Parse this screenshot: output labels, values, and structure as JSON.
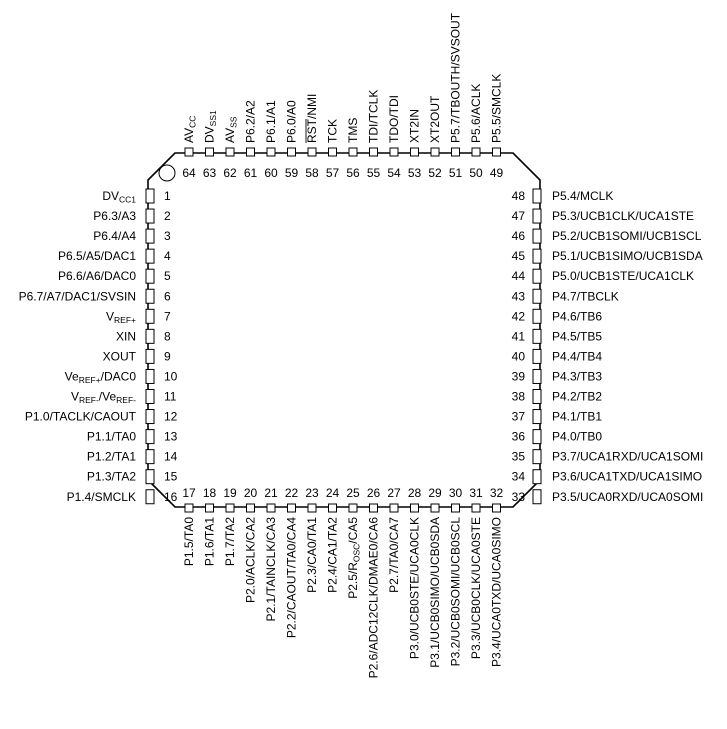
{
  "package": {
    "left_pins": [
      {
        "num": "1",
        "label": "DVCC1",
        "main": "DV",
        "sub": "CC1"
      },
      {
        "num": "2",
        "label": "P6.3/A3"
      },
      {
        "num": "3",
        "label": "P6.4/A4"
      },
      {
        "num": "4",
        "label": "P6.5/A5/DAC1"
      },
      {
        "num": "5",
        "label": "P6.6/A6/DAC0"
      },
      {
        "num": "6",
        "label": "P6.7/A7/DAC1/SVSIN"
      },
      {
        "num": "7",
        "label": "VREF+",
        "main": "V",
        "sub": "REF+"
      },
      {
        "num": "8",
        "label": "XIN"
      },
      {
        "num": "9",
        "label": "XOUT"
      },
      {
        "num": "10",
        "label": "VeREF+/DAC0",
        "main": "Ve",
        "sub": "REF+",
        "tail": "/DAC0"
      },
      {
        "num": "11",
        "label": "VREF-/VeREF-",
        "main": "V",
        "sub": "REF-",
        "mid": "/Ve",
        "sub2": "REF-"
      },
      {
        "num": "12",
        "label": "P1.0/TACLK/CAOUT"
      },
      {
        "num": "13",
        "label": "P1.1/TA0"
      },
      {
        "num": "14",
        "label": "P1.2/TA1"
      },
      {
        "num": "15",
        "label": "P1.3/TA2"
      },
      {
        "num": "16",
        "label": "P1.4/SMCLK"
      }
    ],
    "bottom_pins": [
      {
        "num": "17",
        "label": "P1.5/TA0"
      },
      {
        "num": "18",
        "label": "P1.6/TA1"
      },
      {
        "num": "19",
        "label": "P1.7/TA2"
      },
      {
        "num": "20",
        "label": "P2.0/ACLK/CA2"
      },
      {
        "num": "21",
        "label": "P2.1/TAINCLK/CA3"
      },
      {
        "num": "22",
        "label": "P2.2/CAOUT/TA0/CA4"
      },
      {
        "num": "23",
        "label": "P2.3/CA0/TA1"
      },
      {
        "num": "24",
        "label": "P2.4/CA1/TA2"
      },
      {
        "num": "25",
        "label": "P2.5/ROSC/CA5",
        "main": "P2.5/R",
        "sub": "OSC",
        "tail": "/CA5"
      },
      {
        "num": "26",
        "label": "P2.6/ADC12CLK/DMAE0/CA6"
      },
      {
        "num": "27",
        "label": "P2.7/TA0/CA7"
      },
      {
        "num": "28",
        "label": "P3.0/UCB0STE/UCA0CLK"
      },
      {
        "num": "29",
        "label": "P3.1/UCB0SIMO/UCB0SDA"
      },
      {
        "num": "30",
        "label": "P3.2/UCB0SOMI/UCB0SCL"
      },
      {
        "num": "31",
        "label": "P3.3/UCB0CLK/UCA0STE"
      },
      {
        "num": "32",
        "label": "P3.4/UCA0TXD/UCA0SIMO"
      }
    ],
    "right_pins": [
      {
        "num": "33",
        "label": "P3.5/UCA0RXD/UCA0SOMI"
      },
      {
        "num": "34",
        "label": "P3.6/UCA1TXD/UCA1SIMO"
      },
      {
        "num": "35",
        "label": "P3.7/UCA1RXD/UCA1SOMI"
      },
      {
        "num": "36",
        "label": "P4.0/TB0"
      },
      {
        "num": "37",
        "label": "P4.1/TB1"
      },
      {
        "num": "38",
        "label": "P4.2/TB2"
      },
      {
        "num": "39",
        "label": "P4.3/TB3"
      },
      {
        "num": "40",
        "label": "P4.4/TB4"
      },
      {
        "num": "41",
        "label": "P4.5/TB5"
      },
      {
        "num": "42",
        "label": "P4.6/TB6"
      },
      {
        "num": "43",
        "label": "P4.7/TBCLK"
      },
      {
        "num": "44",
        "label": "P5.0/UCB1STE/UCA1CLK"
      },
      {
        "num": "45",
        "label": "P5.1/UCB1SIMO/UCB1SDA"
      },
      {
        "num": "46",
        "label": "P5.2/UCB1SOMI/UCB1SCL"
      },
      {
        "num": "47",
        "label": "P5.3/UCB1CLK/UCA1STE"
      },
      {
        "num": "48",
        "label": "P5.4/MCLK"
      }
    ],
    "top_pins": [
      {
        "num": "49",
        "label": "P5.5/SMCLK"
      },
      {
        "num": "50",
        "label": "P5.6/ACLK"
      },
      {
        "num": "51",
        "label": "P5.7/TBOUTH/SVSOUT"
      },
      {
        "num": "52",
        "label": "XT2OUT"
      },
      {
        "num": "53",
        "label": "XT2IN"
      },
      {
        "num": "54",
        "label": "TDO/TDI"
      },
      {
        "num": "55",
        "label": "TDI/TCLK"
      },
      {
        "num": "56",
        "label": "TMS"
      },
      {
        "num": "57",
        "label": "TCK"
      },
      {
        "num": "58",
        "label": "RST/NMI",
        "overline": "RST"
      },
      {
        "num": "59",
        "label": "P6.0/A0"
      },
      {
        "num": "60",
        "label": "P6.1/A1"
      },
      {
        "num": "61",
        "label": "P6.2/A2"
      },
      {
        "num": "62",
        "label": "AVSS",
        "main": "AV",
        "sub": "SS"
      },
      {
        "num": "63",
        "label": "DVSS1",
        "main": "DV",
        "sub": "SS1"
      },
      {
        "num": "64",
        "label": "AVCC",
        "main": "AV",
        "sub": "CC"
      }
    ]
  }
}
